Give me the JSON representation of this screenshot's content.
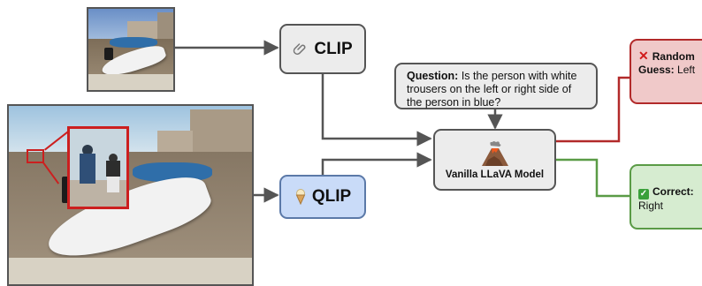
{
  "nodes": {
    "clip": {
      "label": "CLIP",
      "icon": "paperclip-icon"
    },
    "qlip": {
      "label": "QLIP",
      "icon": "ice-cream-icon"
    },
    "question": {
      "prefix": "Question:",
      "text": " Is the person with white trousers on the left or right side of the person in blue?"
    },
    "model": {
      "label": "Vanilla LLaVA Model",
      "icon": "volcano-icon"
    },
    "wrong": {
      "prefix": "Random",
      "sub_label": "Guess:",
      "answer": " Left",
      "icon": "cross-mark-icon"
    },
    "correct": {
      "prefix": "Correct:",
      "answer": "Right",
      "icon": "check-mark-icon"
    }
  },
  "colors": {
    "wrong_edge": "#b22a2a",
    "correct_edge": "#5a9b46",
    "edge": "#555555",
    "qlip_fill": "#c9dbf8"
  }
}
